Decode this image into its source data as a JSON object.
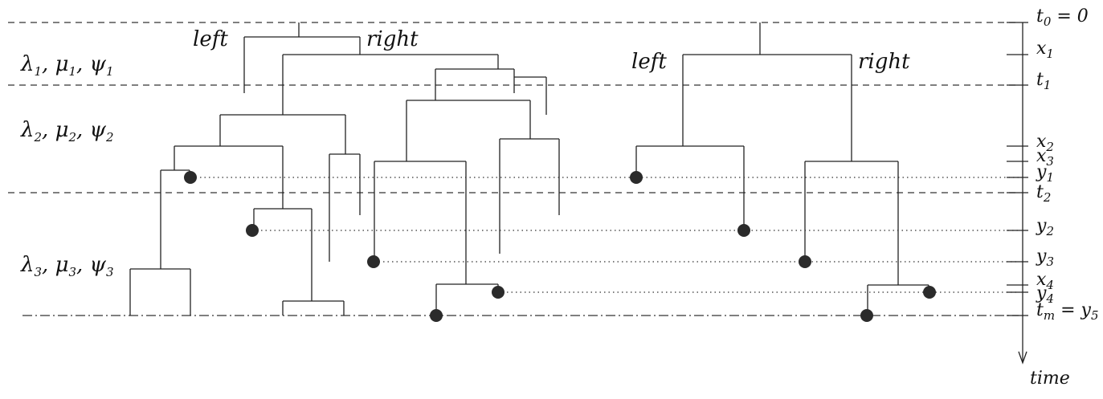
{
  "epochs": [
    {
      "lambda": "λ",
      "mu": "μ",
      "psi": "ψ",
      "index": "1"
    },
    {
      "lambda": "λ",
      "mu": "μ",
      "psi": "ψ",
      "index": "2"
    },
    {
      "lambda": "λ",
      "mu": "μ",
      "psi": "ψ",
      "index": "3"
    }
  ],
  "tree_labels": {
    "left_1": "left",
    "right_1": "right",
    "left_2": "left",
    "right_2": "right"
  },
  "axis": {
    "t0_sym": "t",
    "t0_sub": "0",
    "t0_rest": " = 0",
    "x1_sym": "x",
    "x1_sub": "1",
    "t1_sym": "t",
    "t1_sub": "1",
    "x2_sym": "x",
    "x2_sub": "2",
    "x3_sym": "x",
    "x3_sub": "3",
    "y1_sym": "y",
    "y1_sub": "1",
    "t2_sym": "t",
    "t2_sub": "2",
    "y2_sym": "y",
    "y2_sub": "2",
    "y3_sym": "y",
    "y3_sub": "3",
    "x4_sym": "x",
    "x4_sub": "4",
    "y4_sym": "y",
    "y4_sub": "4",
    "tm_sym": "t",
    "tm_sub": "m",
    "tm_eq": " = ",
    "y5_sym": "y",
    "y5_sub": "5",
    "time_label": "time"
  }
}
